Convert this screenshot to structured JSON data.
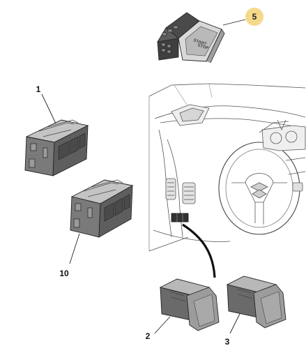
{
  "callouts": {
    "c1": "1",
    "c2": "2",
    "c3": "3",
    "c5": "5",
    "c10": "10"
  },
  "start_button": {
    "line1": "START",
    "line2": "STOP"
  },
  "colors": {
    "badge_fill": "#f5d98a",
    "part_dark": "#6e6e6e",
    "part_mid": "#9a9a9a",
    "part_light": "#c4c4c4",
    "line": "#222222"
  }
}
